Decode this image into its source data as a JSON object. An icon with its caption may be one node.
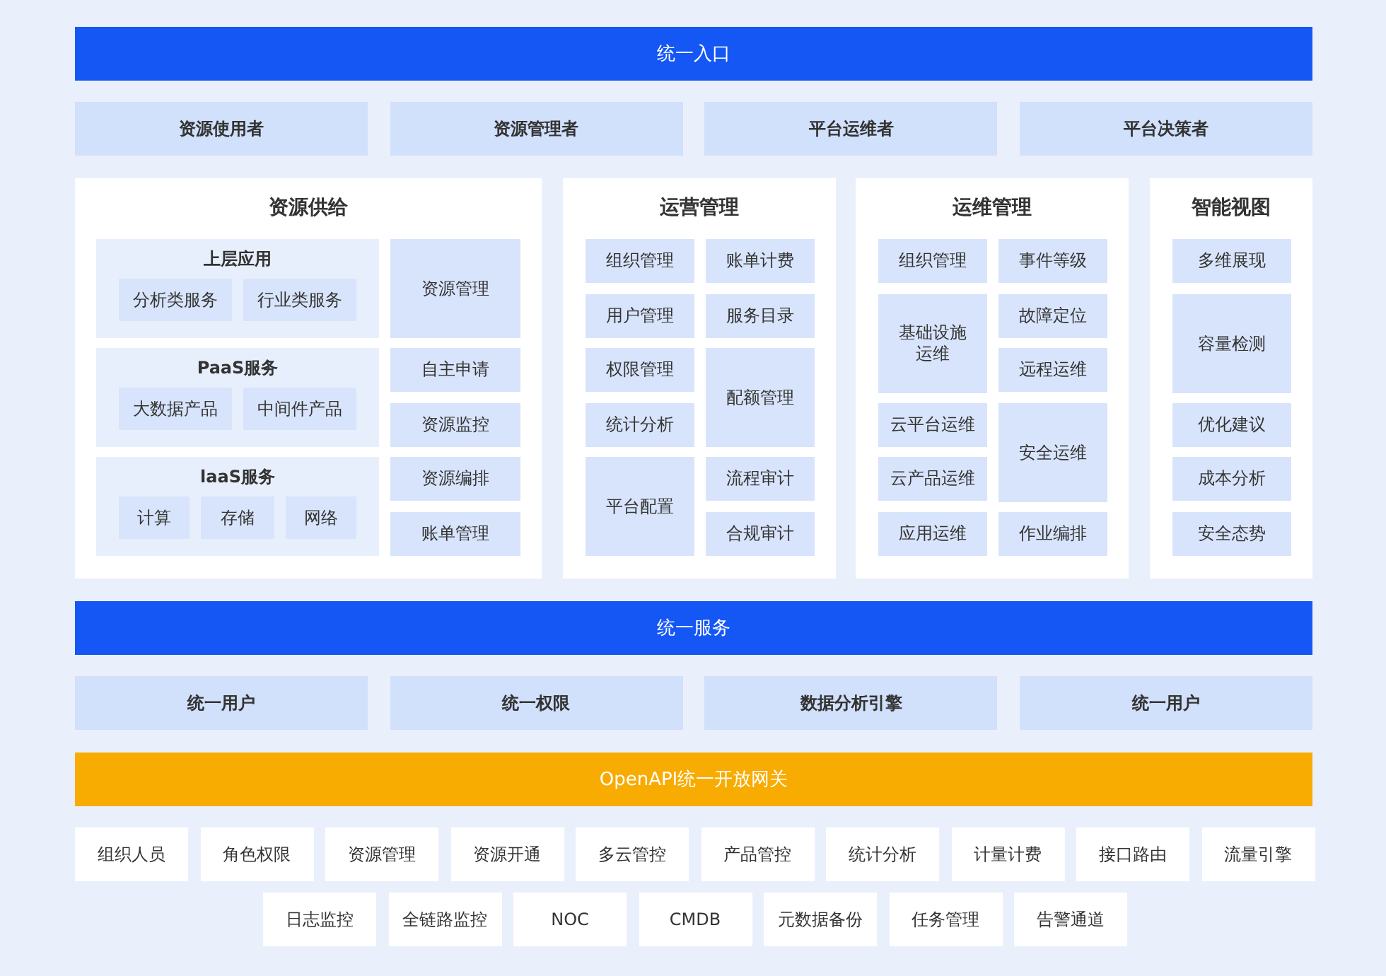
{
  "diagram": {
    "nodes": [
      {
        "text": [
          "统一入口"
        ]
      },
      {
        "text": [
          "资源使用者"
        ]
      },
      {
        "text": [
          "资源管理者"
        ]
      },
      {
        "text": [
          "平台运维者"
        ]
      },
      {
        "text": [
          "平台决策者"
        ]
      },
      {
        "text": [
          "资源供给"
        ]
      },
      {
        "text": [
          "上层应用"
        ],
        "in": 5
      },
      {
        "text": [
          "分析类服务"
        ],
        "in": 6
      },
      {
        "text": [
          "行业类服务"
        ],
        "in": 6
      },
      {
        "text": [
          "资源管理"
        ],
        "in": 5
      },
      {
        "text": [
          "PaaS服务"
        ],
        "in": 5
      },
      {
        "text": [
          "大数据产品"
        ],
        "in": 10
      },
      {
        "text": [
          "中间件产品"
        ],
        "in": 10
      },
      {
        "text": [
          "自主申请"
        ],
        "in": 5
      },
      {
        "text": [
          "资源监控"
        ],
        "in": 5
      },
      {
        "text": [
          "laaS服务"
        ],
        "in": 5
      },
      {
        "text": [
          "计算"
        ],
        "in": 15
      },
      {
        "text": [
          "存储"
        ],
        "in": 15
      },
      {
        "text": [
          "网络"
        ],
        "in": 15
      },
      {
        "text": [
          "资源编排"
        ],
        "in": 5
      },
      {
        "text": [
          "账单管理"
        ],
        "in": 5
      },
      {
        "text": [
          "运营管理"
        ]
      },
      {
        "text": [
          "组织管理"
        ],
        "in": 21
      },
      {
        "text": [
          "账单计费"
        ],
        "in": 21
      },
      {
        "text": [
          "用户管理"
        ],
        "in": 21
      },
      {
        "text": [
          "服务目录"
        ],
        "in": 21
      },
      {
        "text": [
          "权限管理"
        ],
        "in": 21
      },
      {
        "text": [
          "配额管理"
        ],
        "in": 21
      },
      {
        "text": [
          "统计分析"
        ],
        "in": 21
      },
      {
        "text": [
          "平台配置"
        ],
        "in": 21
      },
      {
        "text": [
          "流程审计"
        ],
        "in": 21
      },
      {
        "text": [
          "合规审计"
        ],
        "in": 21
      },
      {
        "text": [
          "运维管理"
        ]
      },
      {
        "text": [
          "组织管理"
        ],
        "in": 32
      },
      {
        "text": [
          "事件等级"
        ],
        "in": 32
      },
      {
        "text": [
          "基础设施运维"
        ],
        "in": 32
      },
      {
        "text": [
          "故障定位"
        ],
        "in": 32
      },
      {
        "text": [
          "远程运维"
        ],
        "in": 32
      },
      {
        "text": [
          "云平台运维"
        ],
        "in": 32
      },
      {
        "text": [
          "安全运维"
        ],
        "in": 32
      },
      {
        "text": [
          "云产品运维"
        ],
        "in": 32
      },
      {
        "text": [
          "应用运维"
        ],
        "in": 32
      },
      {
        "text": [
          "作业编排"
        ],
        "in": 32
      },
      {
        "text": [
          "智能视图"
        ]
      },
      {
        "text": [
          "多维展现"
        ],
        "in": 43
      },
      {
        "text": [
          "容量检测"
        ],
        "in": 43
      },
      {
        "text": [
          "优化建议"
        ],
        "in": 43
      },
      {
        "text": [
          "成本分析"
        ],
        "in": 43
      },
      {
        "text": [
          "安全态势"
        ],
        "in": 43
      },
      {
        "text": [
          "统一服务"
        ]
      },
      {
        "text": [
          "统一用户"
        ]
      },
      {
        "text": [
          "统一权限"
        ]
      },
      {
        "text": [
          "数据分析引擎"
        ]
      },
      {
        "text": [
          "统一用户"
        ]
      },
      {
        "text": [
          "OpenAPI统一开放网关"
        ]
      },
      {
        "text": [
          "组织人员"
        ]
      },
      {
        "text": [
          "角色权限"
        ]
      },
      {
        "text": [
          "资源管理"
        ]
      },
      {
        "text": [
          "资源开通"
        ]
      },
      {
        "text": [
          "多云管控"
        ]
      },
      {
        "text": [
          "产品管控"
        ]
      },
      {
        "text": [
          "统计分析"
        ]
      },
      {
        "text": [
          "计量计费"
        ]
      },
      {
        "text": [
          "接口路由"
        ]
      },
      {
        "text": [
          "流量引擎"
        ]
      },
      {
        "text": [
          "日志监控"
        ]
      },
      {
        "text": [
          "全链路监控"
        ]
      },
      {
        "text": [
          "NOC"
        ]
      },
      {
        "text": [
          "CMDB"
        ]
      },
      {
        "text": [
          "元数据备份"
        ]
      },
      {
        "text": [
          "任务管理"
        ]
      },
      {
        "text": [
          "告警通道"
        ]
      }
    ]
  }
}
